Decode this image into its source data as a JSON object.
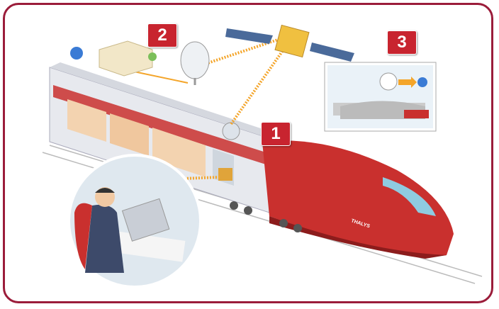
{
  "steps": [
    {
      "number": "1"
    },
    {
      "number": "2"
    },
    {
      "number": "3"
    }
  ],
  "train": {
    "brand": "THALYS"
  },
  "colors": {
    "frame": "#9b1c3a",
    "badge": "#c8242f",
    "train": "#c9302e",
    "signal": "#f4a52a"
  }
}
